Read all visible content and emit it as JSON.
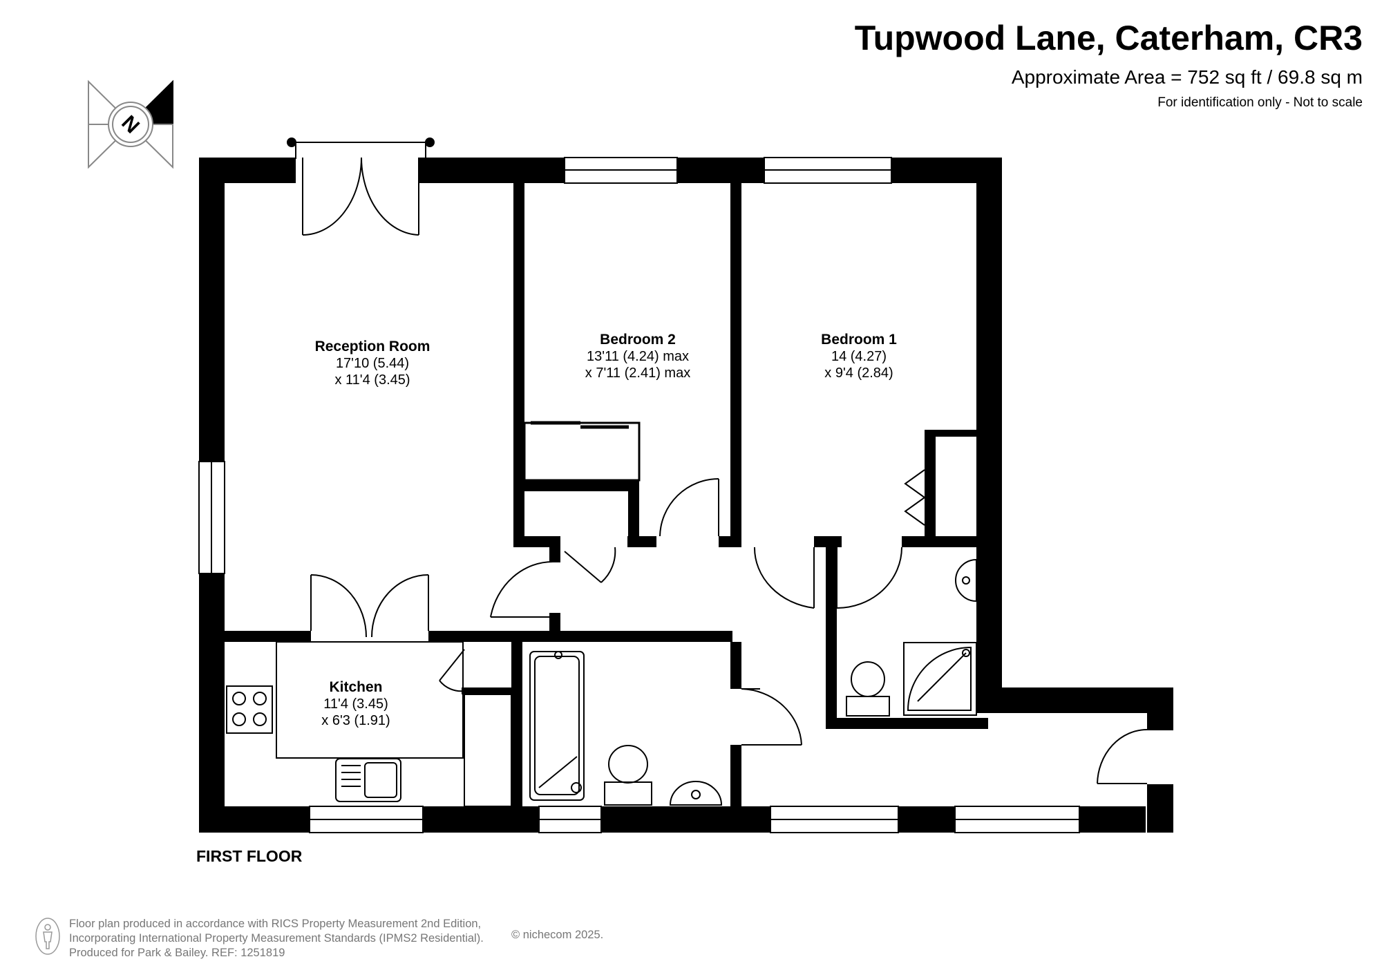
{
  "header": {
    "title": "Tupwood Lane, Caterham, CR3",
    "area": "Approximate Area = 752 sq ft / 69.8 sq m",
    "disclaimer": "For identification only - Not to scale"
  },
  "compass": {
    "icon": "compass-north-icon",
    "letter": "N"
  },
  "rooms": [
    {
      "name": "Reception Room",
      "dim1": "17'10 (5.44)",
      "dim2": "x 11'4 (3.45)"
    },
    {
      "name": "Bedroom 2",
      "dim1": "13'11 (4.24) max",
      "dim2": "x 7'11 (2.41) max"
    },
    {
      "name": "Bedroom 1",
      "dim1": "14 (4.27)",
      "dim2": "x 9'4 (2.84)"
    },
    {
      "name": "Kitchen",
      "dim1": "11'4 (3.45)",
      "dim2": "x 6'3 (1.91)"
    }
  ],
  "floor_label": "FIRST FLOOR",
  "footer": {
    "line1": "Floor plan produced in accordance with RICS Property Measurement 2nd Edition,",
    "line2": "Incorporating International Property Measurement Standards (IPMS2 Residential).",
    "line3": "Produced for Park & Bailey.   REF:  1251819",
    "copyright": "© nichecom 2025."
  },
  "colors": {
    "wall": "#000000",
    "line": "#000000",
    "footer_text": "#777777"
  }
}
